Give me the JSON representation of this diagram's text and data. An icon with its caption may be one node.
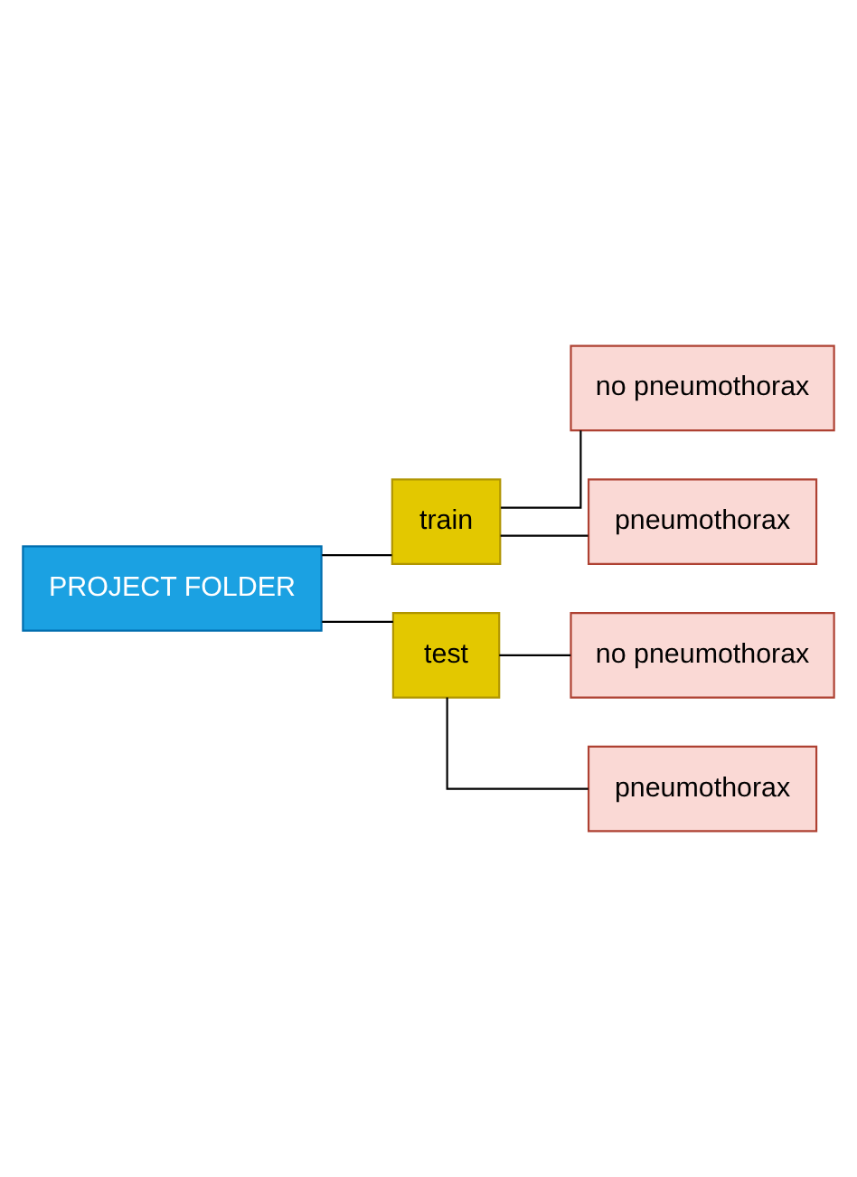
{
  "diagram": {
    "nodes": [
      {
        "text": [
          "PROJECT FOLDER"
        ]
      },
      {
        "text": [
          "train"
        ]
      },
      {
        "text": [
          "no pneumothorax"
        ]
      },
      {
        "text": [
          "pneumothorax"
        ]
      },
      {
        "text": [
          "test"
        ]
      },
      {
        "text": [
          "no pneumothorax"
        ]
      },
      {
        "text": [
          "pneumothorax"
        ]
      }
    ],
    "edges": [
      {
        "from": 0,
        "to": 1,
        "arrow": "none"
      },
      {
        "from": 1,
        "to": 2,
        "arrow": "none"
      },
      {
        "from": 1,
        "to": 3,
        "arrow": "none"
      },
      {
        "from": 0,
        "to": 4,
        "arrow": "none"
      },
      {
        "from": 4,
        "to": 5,
        "arrow": "none"
      },
      {
        "from": 4,
        "to": 6,
        "arrow": "none"
      }
    ]
  }
}
